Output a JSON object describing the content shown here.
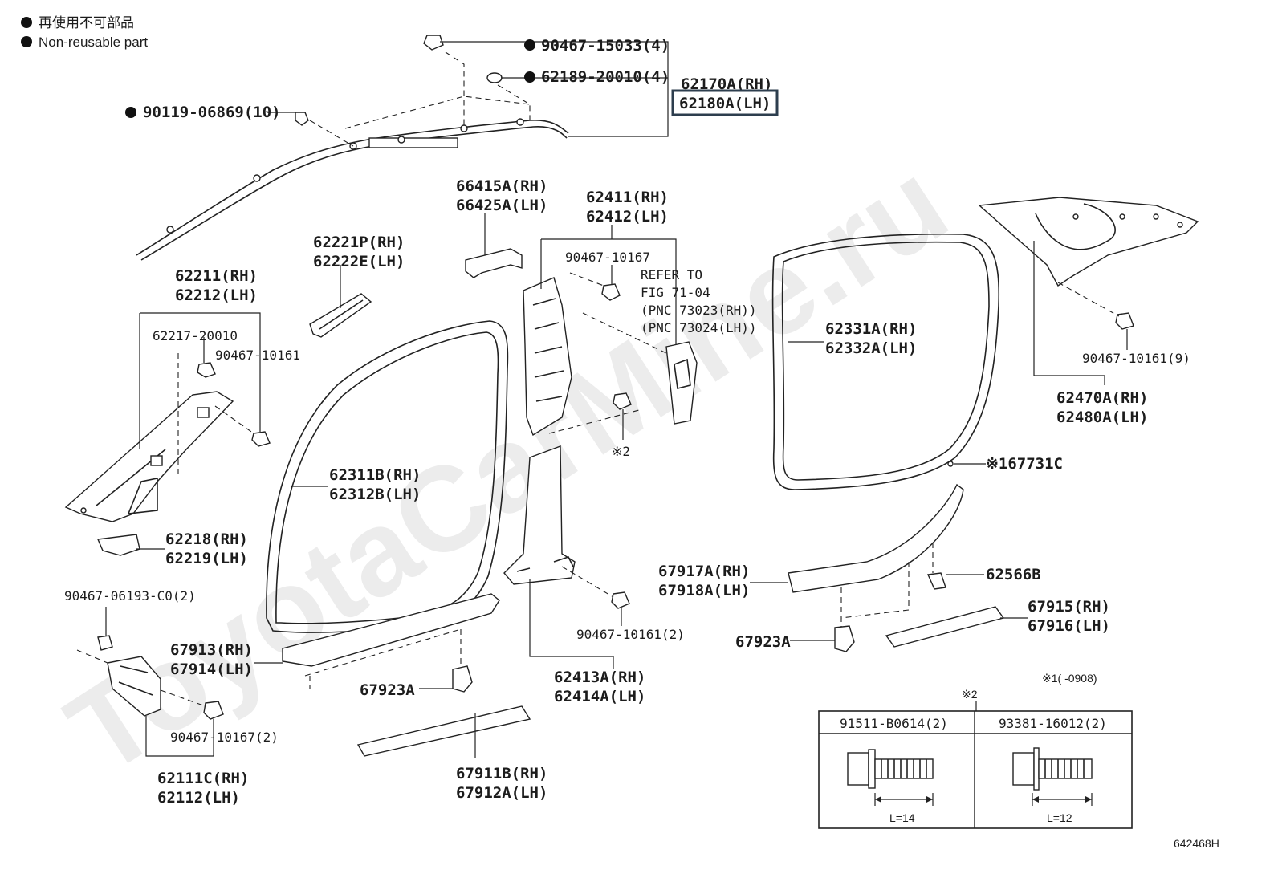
{
  "legend": {
    "jp": "再使用不可部品",
    "en": "Non-reusable part"
  },
  "watermark": "ToyotaCarMine.ru",
  "figure_id": "642468H",
  "note_range": "※1(      -0908)",
  "refer": {
    "line1": "REFER TO",
    "line2": "FIG 71-04",
    "line3": "(PNC 73023(RH))",
    "line4": "(PNC 73024(LH))"
  },
  "labels": {
    "p90467_15033": "90467-15033(4)",
    "p62189_20010": "62189-20010(4)",
    "p62170A": "62170A(RH)",
    "p62180A": "62180A(LH)",
    "p90119_06869": "90119-06869(10)",
    "p66415A": "66415A(RH)",
    "p66425A": "66425A(LH)",
    "p62411": "62411(RH)",
    "p62412": "62412(LH)",
    "p62221P": "62221P(RH)",
    "p62222E": "62222E(LH)",
    "p90467_10167_top": "90467-10167",
    "p62211": "62211(RH)",
    "p62212": "62212(LH)",
    "p62217_20010": "62217-20010",
    "p90467_10161_a": "90467-10161",
    "p62331A": "62331A(RH)",
    "p62332A": "62332A(LH)",
    "p90467_10161_9": "90467-10161(9)",
    "p62470A": "62470A(RH)",
    "p62480A": "62480A(LH)",
    "mark2_a": "※2",
    "p67731C": "※167731C",
    "p62311B": "62311B(RH)",
    "p62312B": "62312B(LH)",
    "p62218": "62218(RH)",
    "p62219": "62219(LH)",
    "p67917A": "67917A(RH)",
    "p67918A": "67918A(LH)",
    "p62566B": "62566B",
    "p90467_06193": "90467-06193-C0(2)",
    "p67915": "67915(RH)",
    "p67916": "67916(LH)",
    "p67913": "67913(RH)",
    "p67914": "67914(LH)",
    "p90467_10161_2": "90467-10161(2)",
    "p67923A_right": "67923A",
    "p62413A": "62413A(RH)",
    "p62414A": "62414A(LH)",
    "p67923A_left": "67923A",
    "mark2_b": "※2",
    "p90467_10167_2": "90467-10167(2)",
    "p62111C": "62111C(RH)",
    "p62112": "62112(LH)",
    "p67911B": "67911B(RH)",
    "p67912A": "67912A(LH)"
  },
  "bolt_table": {
    "col1_part": "91511-B0614(2)",
    "col2_part": "93381-16012(2)",
    "col1_len": "L=14",
    "col2_len": "L=12"
  },
  "colors": {
    "line": "#222222",
    "highlight_box": "#2d3e4e",
    "watermark": "#ececec"
  }
}
